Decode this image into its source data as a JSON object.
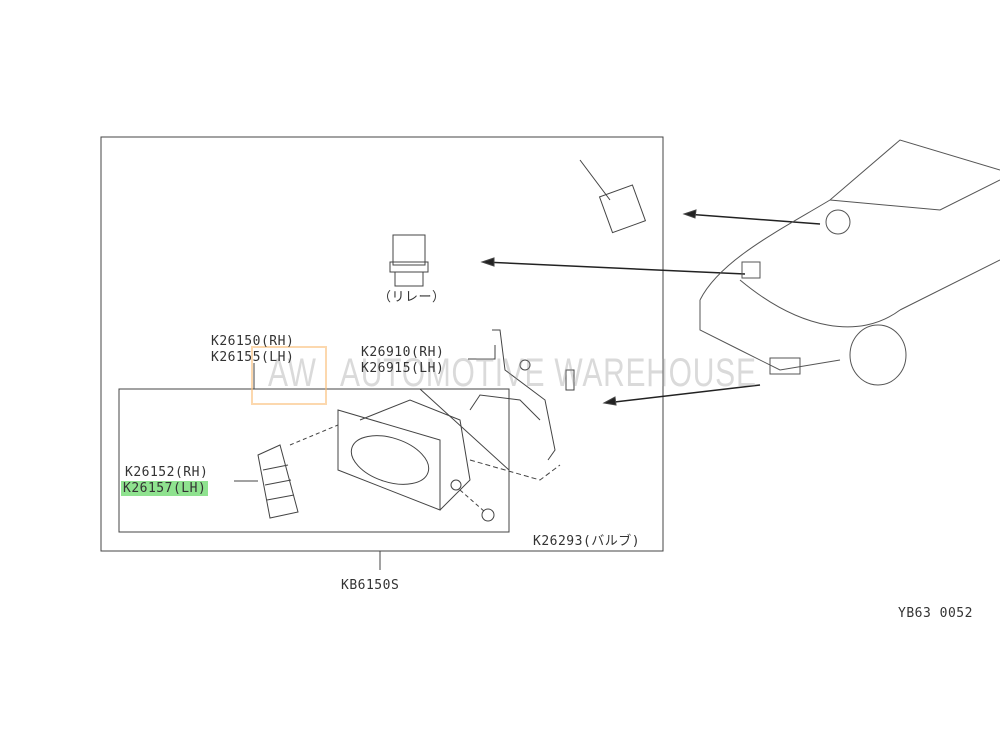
{
  "diagram": {
    "relay_label": "（リレー）",
    "labels": {
      "k26150": "K26150(RH)",
      "k26155": "K26155(LH)",
      "k26910": "K26910(RH)",
      "k26915": "K26915(LH)",
      "k26152": "K26152(RH)",
      "k26157": "K26157(LH)",
      "k26293": "K26293(バルブ)",
      "kb6150s": "KB6150S"
    },
    "figure_code": "YB63 0052",
    "highlight_color": "#8fe28f"
  },
  "watermark": {
    "logo": "AW",
    "text": "AUTOMOTIVE WAREHOUSE"
  }
}
